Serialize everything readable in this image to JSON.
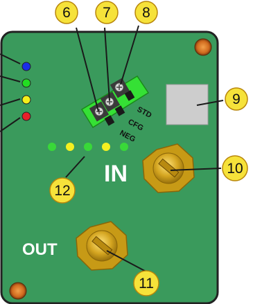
{
  "board": {
    "input_label": "IN",
    "output_label": "OUT",
    "switch_labels": [
      "STD",
      "CFG",
      "NEG"
    ],
    "colors": {
      "board": "#3a9a5c",
      "board_edge": "#222222",
      "callout_fill": "#f6e23a",
      "callout_stroke": "#b8860b",
      "connector": "#d4a520",
      "terminal_highlight": "#35e035",
      "status_green": "#39d839",
      "status_yellow": "#f4f020"
    }
  },
  "leds": [
    {
      "color": "#1a2ee8"
    },
    {
      "color": "#22dd22"
    },
    {
      "color": "#f4ef1a"
    },
    {
      "color": "#e8202a"
    }
  ],
  "status_leds": [
    "#39d839",
    "#f4f020",
    "#39d839",
    "#f4f020",
    "#39d839"
  ],
  "callouts": [
    {
      "label": "6"
    },
    {
      "label": "7"
    },
    {
      "label": "8"
    },
    {
      "label": "9"
    },
    {
      "label": "10"
    },
    {
      "label": "11"
    },
    {
      "label": "12"
    }
  ]
}
